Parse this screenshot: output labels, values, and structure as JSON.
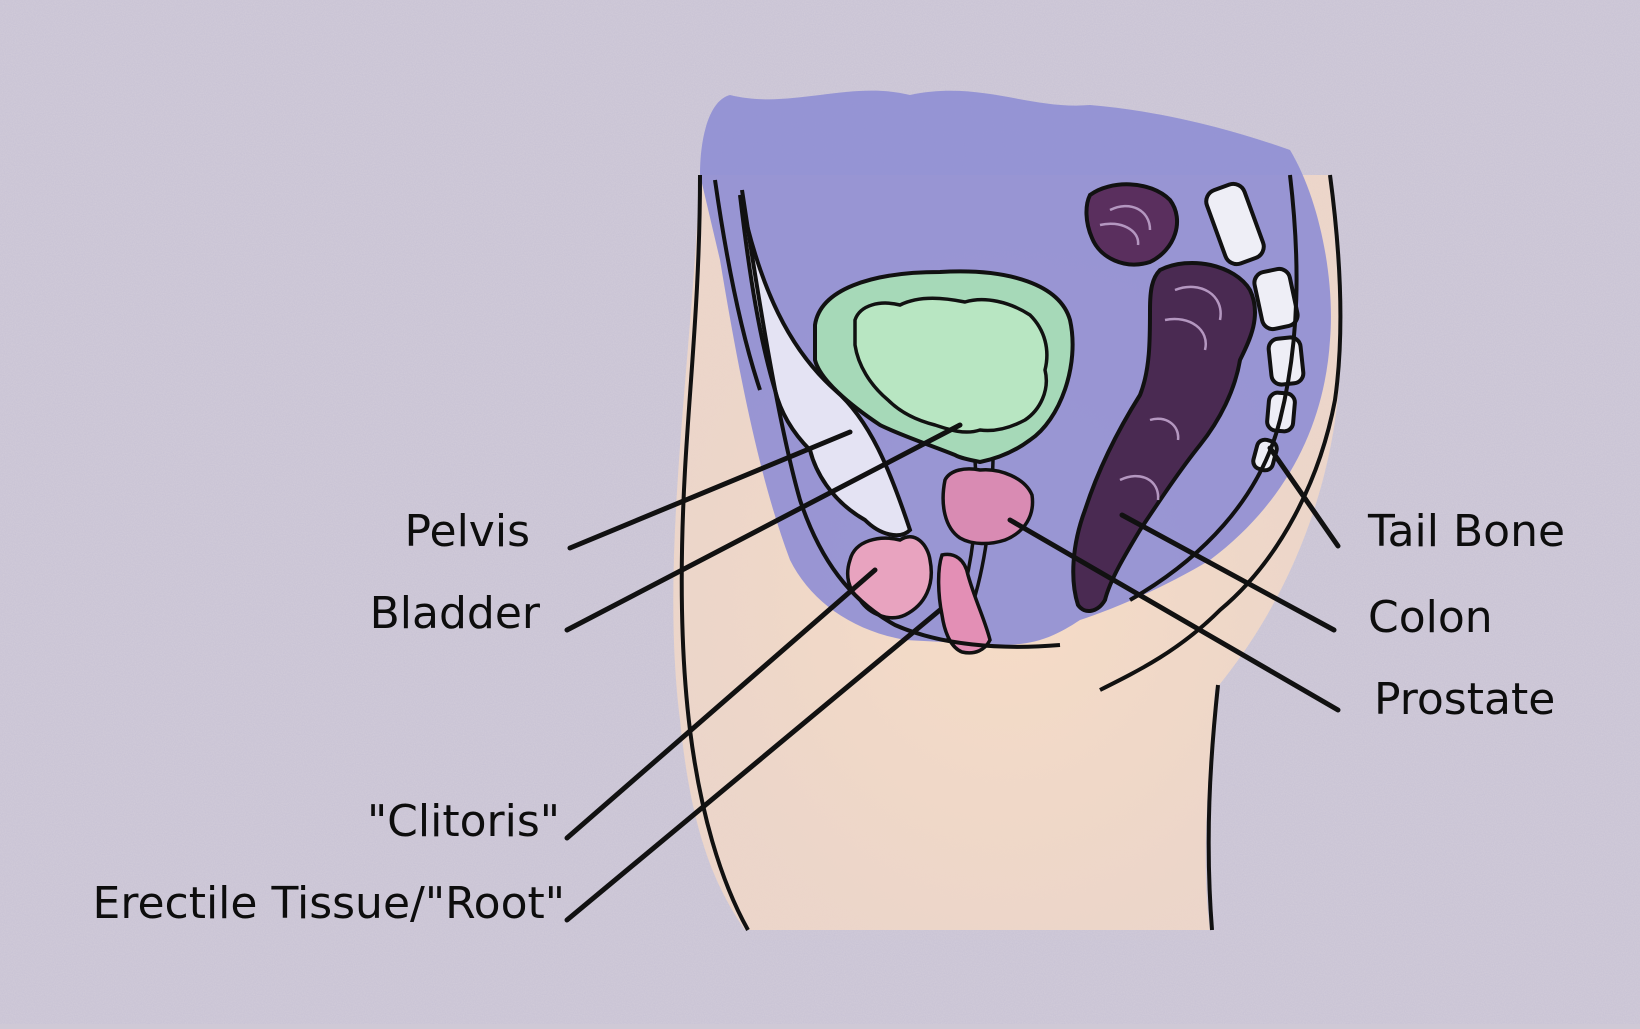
{
  "diagram": {
    "colors": {
      "background": "#cfc9d6",
      "body_fill": "#f1dcc8",
      "pelvic_cavity": "#8f8ed4",
      "bladder": "#b8e6c2",
      "erectile_tissue": "#e8a3bf",
      "colon": "#4a2a52",
      "bone": "#eeeef6",
      "outline": "#111111"
    },
    "labels": {
      "pelvis": "Pelvis",
      "bladder": "Bladder",
      "clitoris": "\"Clitoris\"",
      "erectile_tissue": "Erectile Tissue/\"Root\"",
      "tail_bone": "Tail Bone",
      "colon": "Colon",
      "prostate": "Prostate"
    }
  }
}
